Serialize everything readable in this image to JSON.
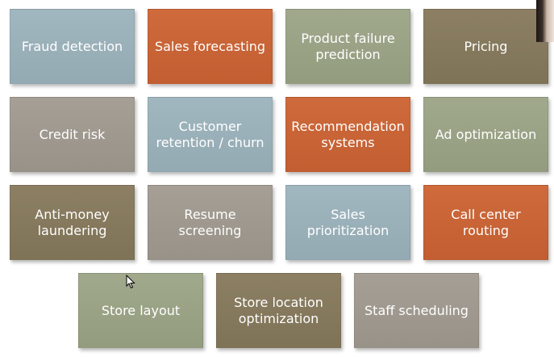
{
  "tiles": {
    "fraud_detection": "Fraud detection",
    "sales_forecasting": "Sales forecasting",
    "product_failure_prediction": "Product failure\nprediction",
    "pricing": "Pricing",
    "credit_risk": "Credit risk",
    "customer_retention": "Customer\nretention / churn",
    "recommendation_systems": "Recommendation\nsystems",
    "ad_optimization": "Ad optimization",
    "anti_money_laundering": "Anti-money\nlaundering",
    "resume_screening": "Resume screening",
    "sales_prioritization": "Sales prioritization",
    "call_center_routing": "Call center\nrouting",
    "store_layout": "Store layout",
    "store_location_optimization": "Store location\noptimization",
    "staff_scheduling": "Staff scheduling"
  },
  "colors": {
    "blue": "#9bb1ba",
    "orange": "#c9643a",
    "green": "#9aa386",
    "brown": "#85795d",
    "gray": "#9f998f"
  },
  "icons": {
    "cursor": "mouse-pointer-icon"
  }
}
